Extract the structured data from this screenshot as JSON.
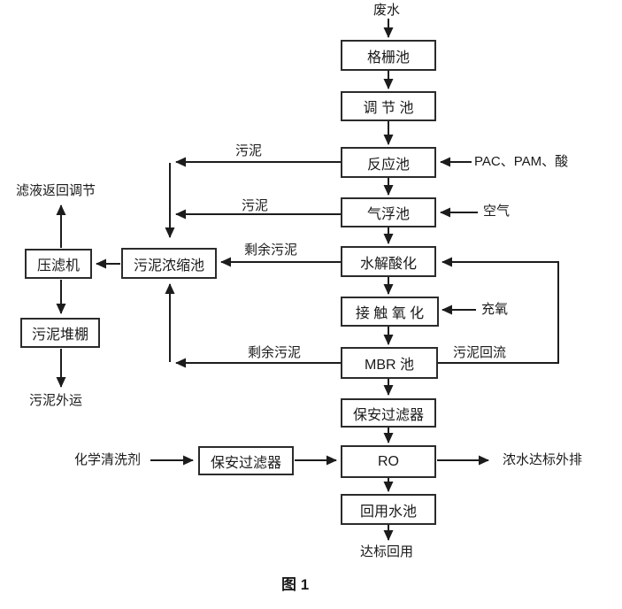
{
  "figure": {
    "caption": "图 1"
  },
  "colors": {
    "line": "#1c1c1c",
    "box_border": "#2b2b2b",
    "box_fill": "#ffffff",
    "text": "#1a1a1a",
    "background": "#ffffff"
  },
  "nodes": {
    "wastewater": "废水",
    "bar_screen": "格栅池",
    "equalization_tank": "调 节 池",
    "reaction_tank": "反应池",
    "daf_tank": "气浮池",
    "hydrolysis_acidification": "水解酸化",
    "contact_oxidation": "接 触 氧 化",
    "mbr_tank": "MBR 池",
    "cartridge_filter_main": "保安过滤器",
    "ro_unit": "RO",
    "reuse_water_tank": "回用水池",
    "filter_press": "压滤机",
    "sludge_thickener": "污泥浓缩池",
    "sludge_shed": "污泥堆棚",
    "cartridge_filter_cleaning": "保安过滤器"
  },
  "labels": {
    "effluent_reuse": "达标回用",
    "sludge_haul_out": "污泥外运",
    "filtrate_return": "滤液返回调节",
    "chemical_cleaner": "化学清洗剂",
    "concentrate_discharge": "浓水达标外排",
    "dosing_input": "PAC、PAM、酸",
    "air_input": "空气",
    "oxygen_input": "充氧",
    "sludge_from_reaction": "污泥",
    "sludge_from_daf": "污泥",
    "excess_sludge_from_hydrolysis": "剩余污泥",
    "excess_sludge_from_mbr": "剩余污泥",
    "sludge_return": "污泥回流"
  }
}
